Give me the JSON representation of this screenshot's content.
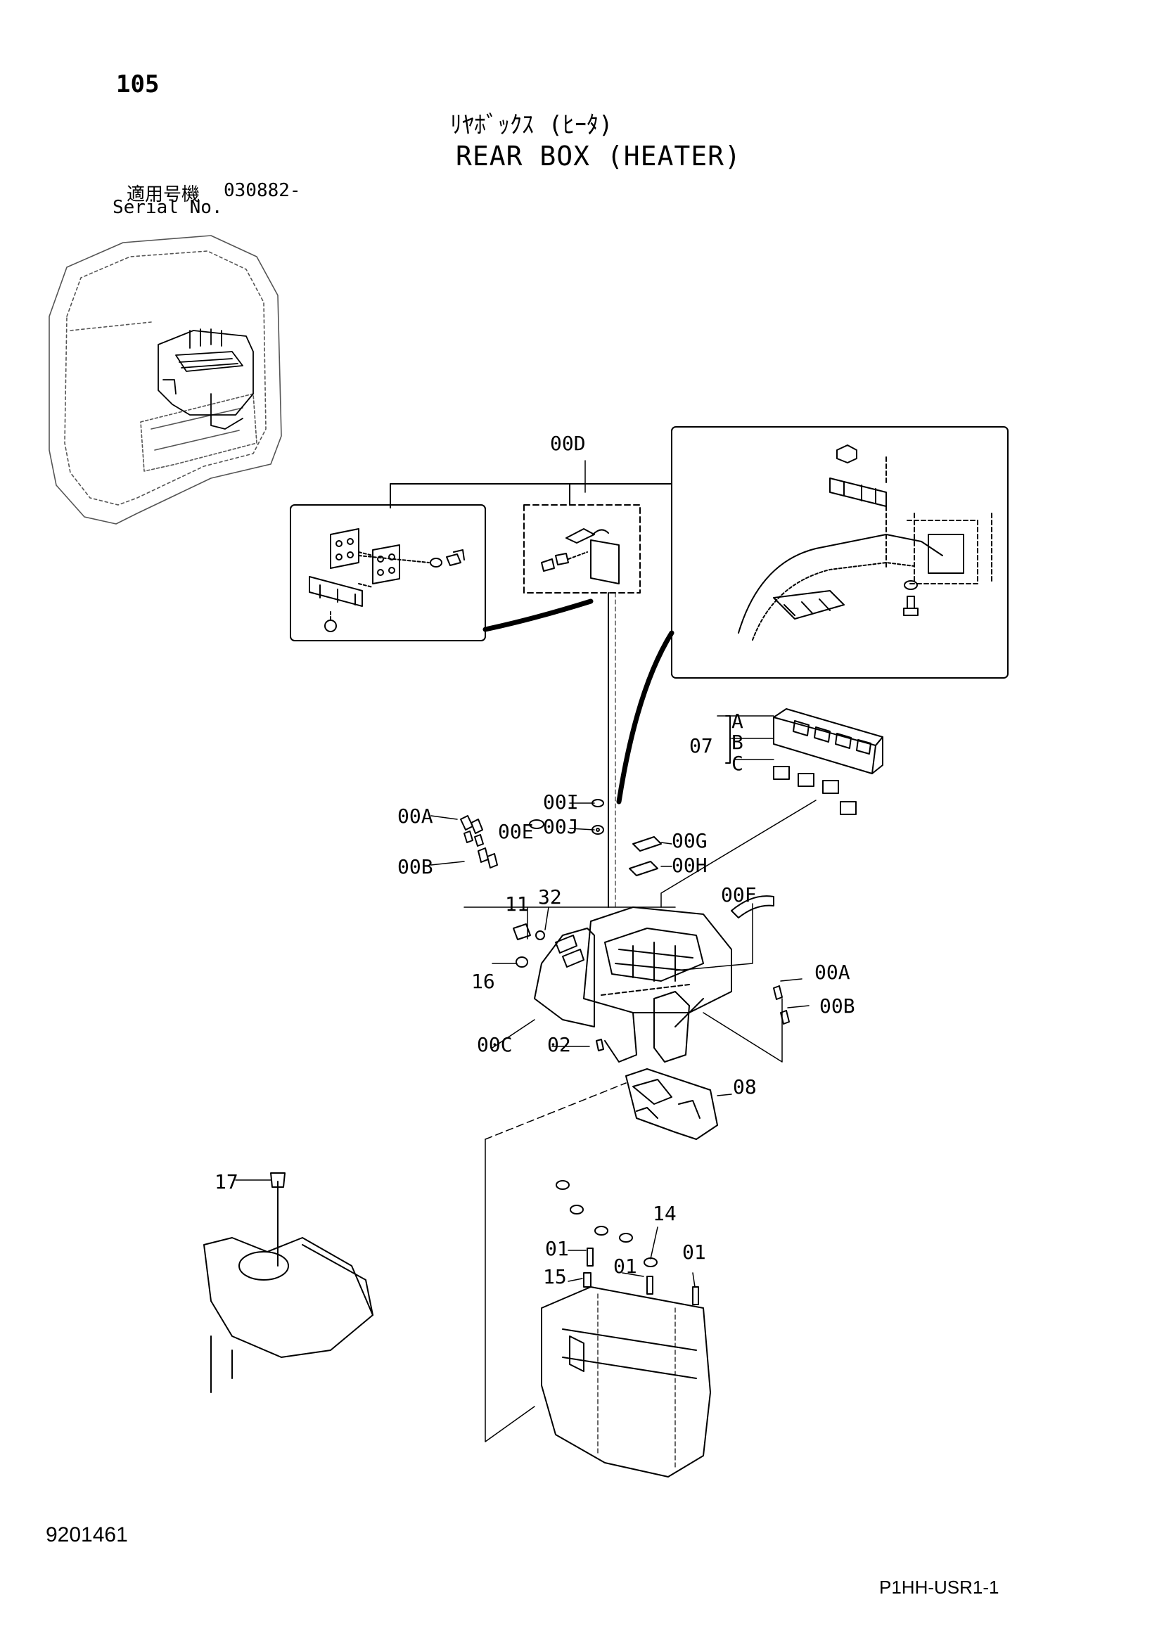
{
  "header": {
    "page_number": "105",
    "title_jp": "ﾘﾔﾎﾞｯｸｽ (ﾋｰﾀ)",
    "title_en": "REAR BOX (HEATER)",
    "serial_label_jp": "適用号機",
    "serial_value": "030882-",
    "serial_label_en": "Serial No."
  },
  "footer": {
    "document_id": "9201461",
    "sheet_code": "P1HH-USR1-1"
  },
  "callouts": {
    "c_00D": "00D",
    "c_07": "07",
    "c_A": "A",
    "c_B": "B",
    "c_C": "C",
    "c_00I": "00I",
    "c_00J": "00J",
    "c_00A_left": "00A",
    "c_00E": "00E",
    "c_00G": "00G",
    "c_00H": "00H",
    "c_00B_left": "00B",
    "c_00F": "00F",
    "c_11": "11",
    "c_32": "32",
    "c_16": "16",
    "c_00A_right": "00A",
    "c_00B_right": "00B",
    "c_00C": "00C",
    "c_02": "02",
    "c_08": "08",
    "c_17": "17",
    "c_14": "14",
    "c_01_a": "01",
    "c_01_b": "01",
    "c_01_c": "01",
    "c_15": "15"
  }
}
